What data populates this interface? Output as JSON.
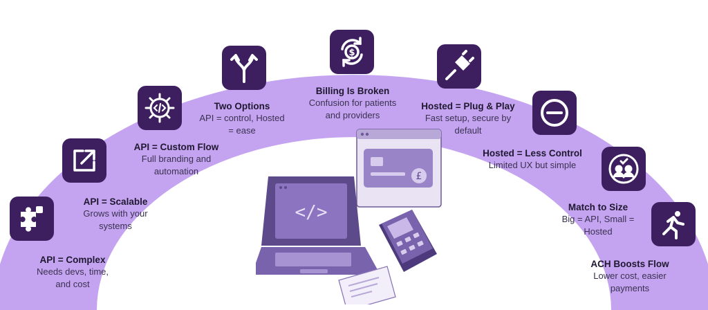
{
  "colors": {
    "arc": "#c4a4f0",
    "icon_bg": "#3d1e5f",
    "device_purple": "#7a5fb3",
    "device_light": "#c9b8e8"
  },
  "nodes": [
    {
      "id": "api-complex",
      "icon": "puzzle-icon",
      "title": "API = Complex",
      "lines": [
        "Needs devs, time,",
        "and cost"
      ]
    },
    {
      "id": "api-scalable",
      "icon": "expand-arrow-icon",
      "title": "API = Scalable",
      "lines": [
        "Grows with your",
        "systems"
      ]
    },
    {
      "id": "api-custom-flow",
      "icon": "gear-code-icon",
      "title": "API = Custom Flow",
      "lines": [
        "Full branding and",
        "automation"
      ]
    },
    {
      "id": "two-options",
      "icon": "split-arrow-icon",
      "title": "Two Options",
      "lines": [
        "API = control, Hosted",
        "= ease"
      ]
    },
    {
      "id": "billing-broken",
      "icon": "dollar-cycle-icon",
      "title": "Billing Is Broken",
      "lines": [
        "Confusion for patients",
        "and providers"
      ]
    },
    {
      "id": "hosted-plug-play",
      "icon": "plug-icon",
      "title": "Hosted = Plug & Play",
      "lines": [
        "Fast setup, secure by",
        "default"
      ]
    },
    {
      "id": "hosted-less-control",
      "icon": "minus-circle-icon",
      "title": "Hosted = Less Control",
      "lines": [
        "Limited UX but simple"
      ]
    },
    {
      "id": "match-to-size",
      "icon": "team-check-icon",
      "title": "Match to Size",
      "lines": [
        "Big = API, Small =",
        "Hosted"
      ]
    },
    {
      "id": "ach-boosts-flow",
      "icon": "runner-icon",
      "title": "ACH Boosts Flow",
      "lines": [
        "Lower cost, easier",
        "payments"
      ]
    }
  ],
  "illustration": {
    "laptop_code": "</>",
    "currency_symbol": "£"
  }
}
